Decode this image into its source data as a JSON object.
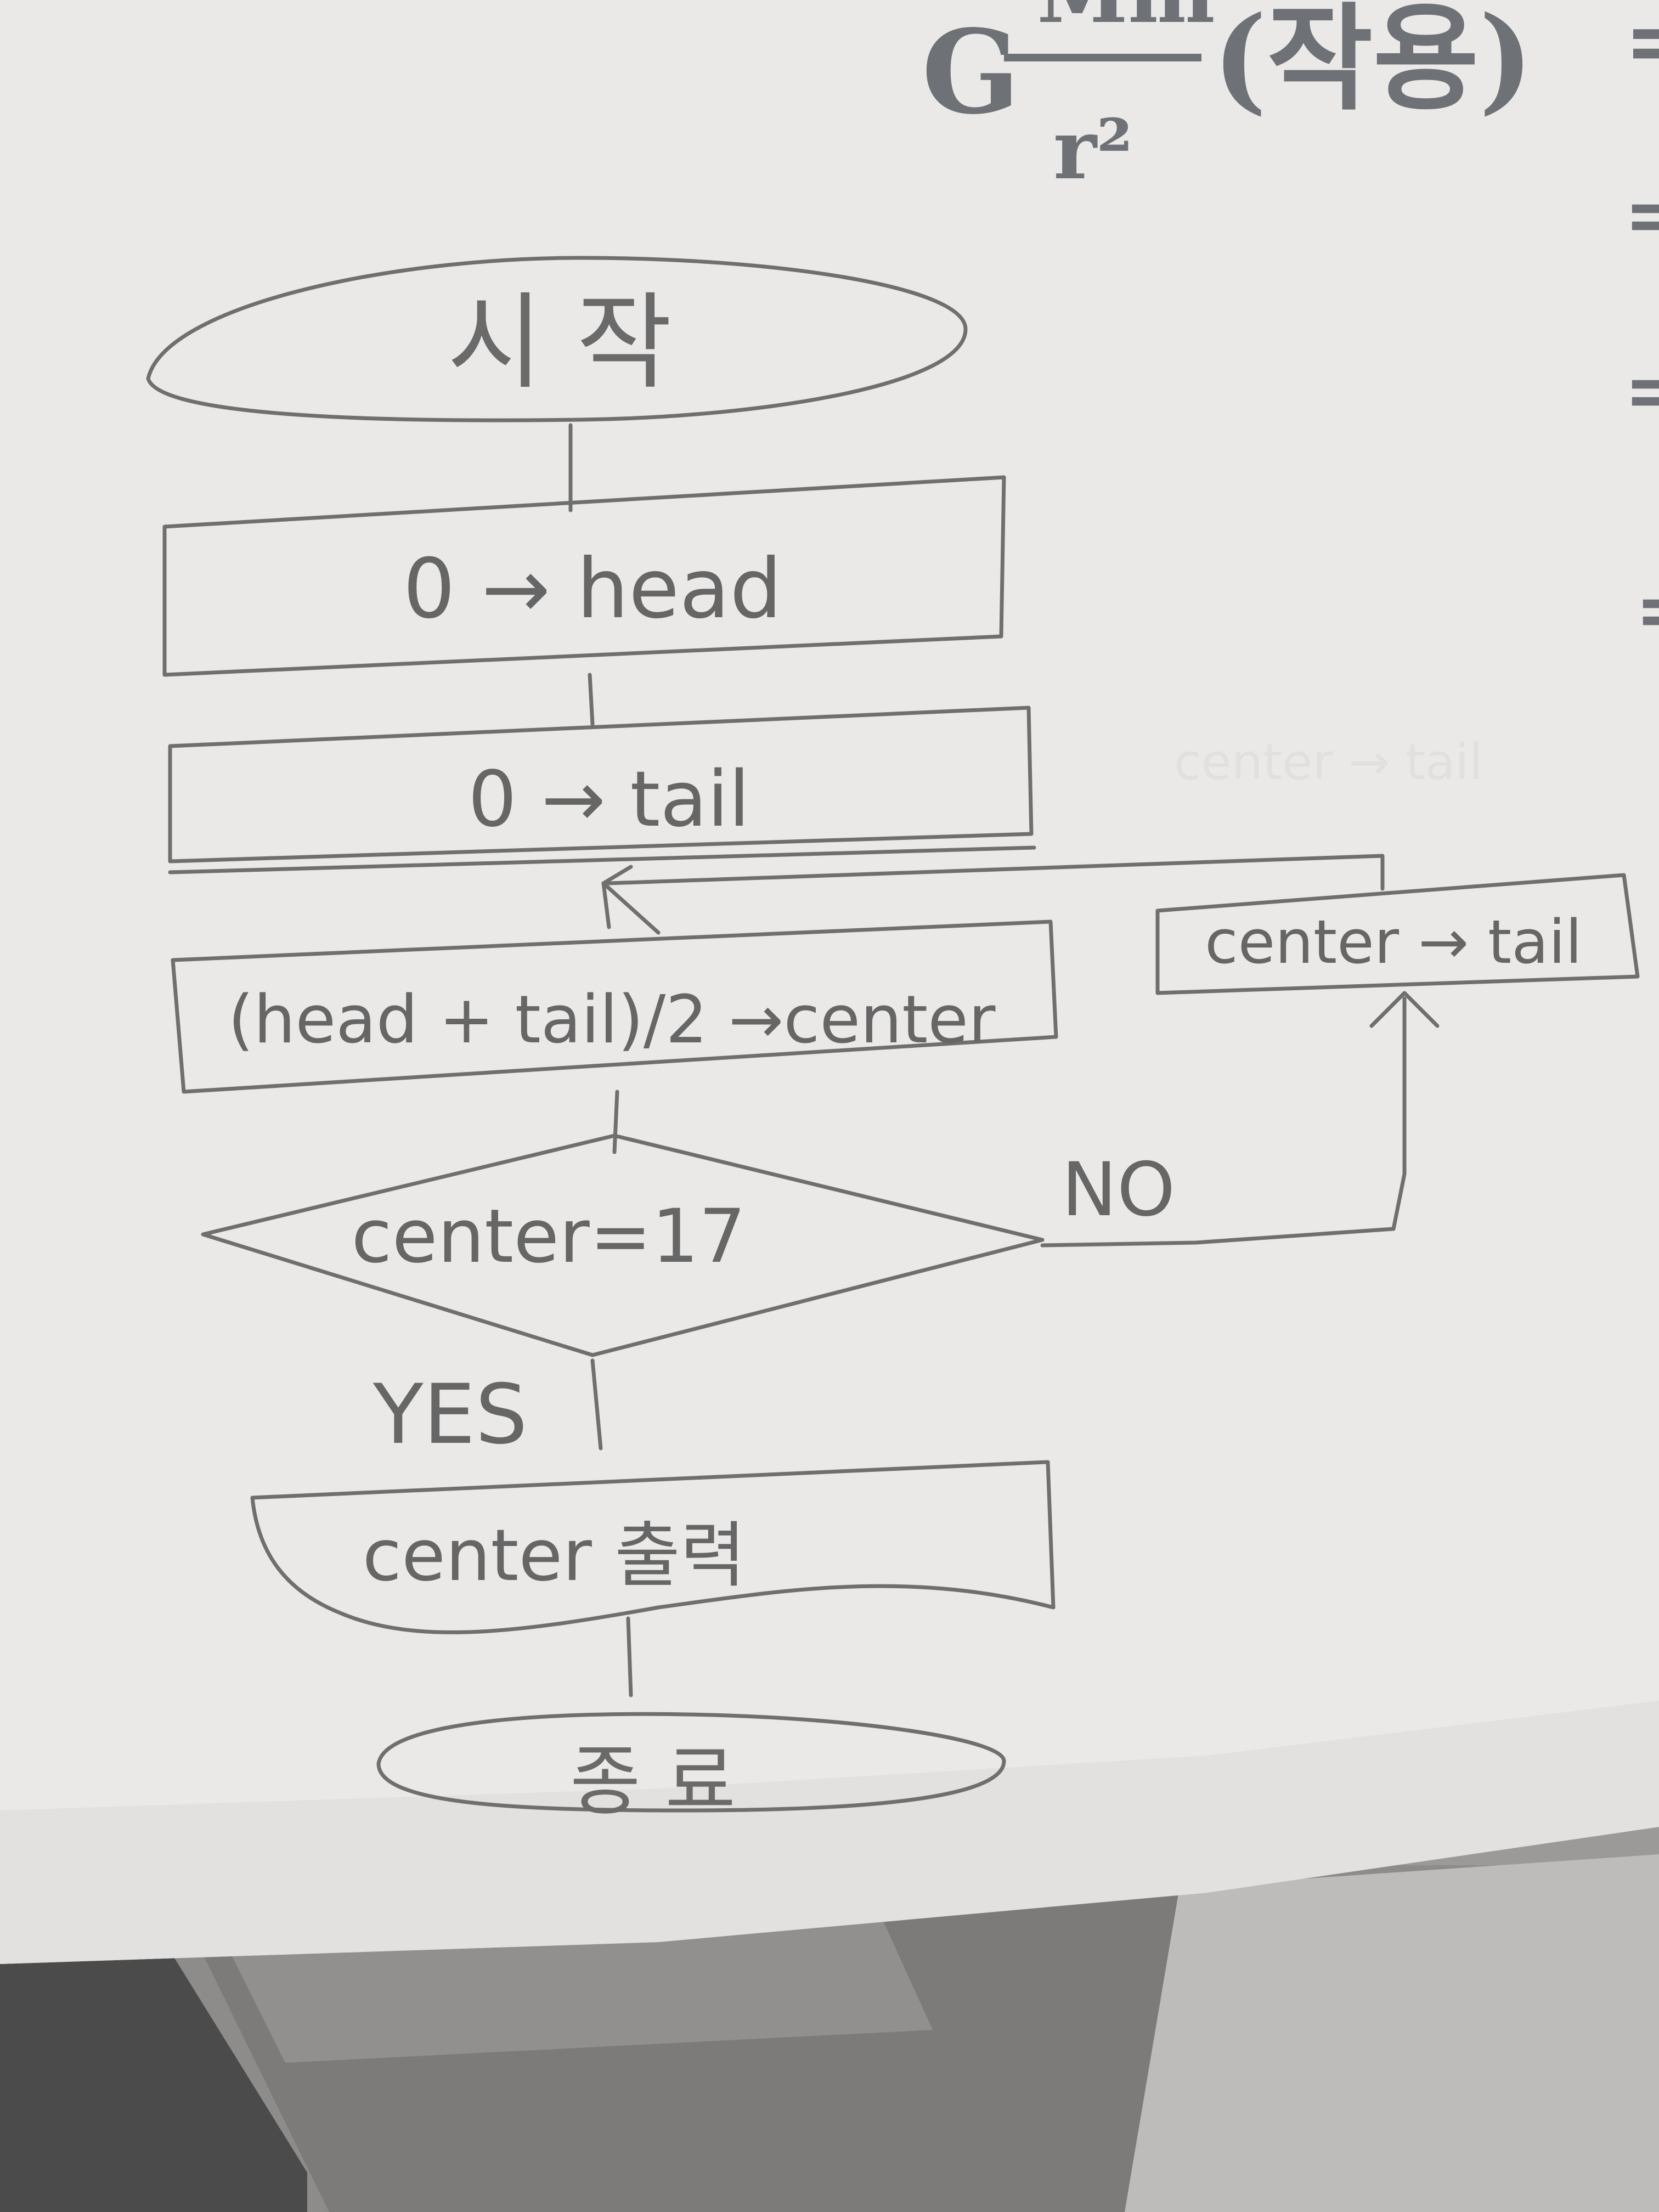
{
  "printed_formula": {
    "symbol": "G",
    "numerator": "Mm",
    "denominator": "r²",
    "paren_text": "(작용)"
  },
  "flowchart": {
    "start": "시 작",
    "step_head": "0 → head",
    "step_tail": "0 → tail",
    "step_center": "(head + tail)/2 →center",
    "decision": "center=17",
    "branch_no": "NO",
    "branch_yes": "YES",
    "loop_update": "center → tail",
    "output": "center 출력",
    "end": "종 료"
  },
  "colors": {
    "paper": "#eae9e7",
    "pencil": "#6f6f6f",
    "printed_ink": "#6e7276",
    "table_dark": "#4a4a4a",
    "table_mid": "#9c9a98"
  }
}
